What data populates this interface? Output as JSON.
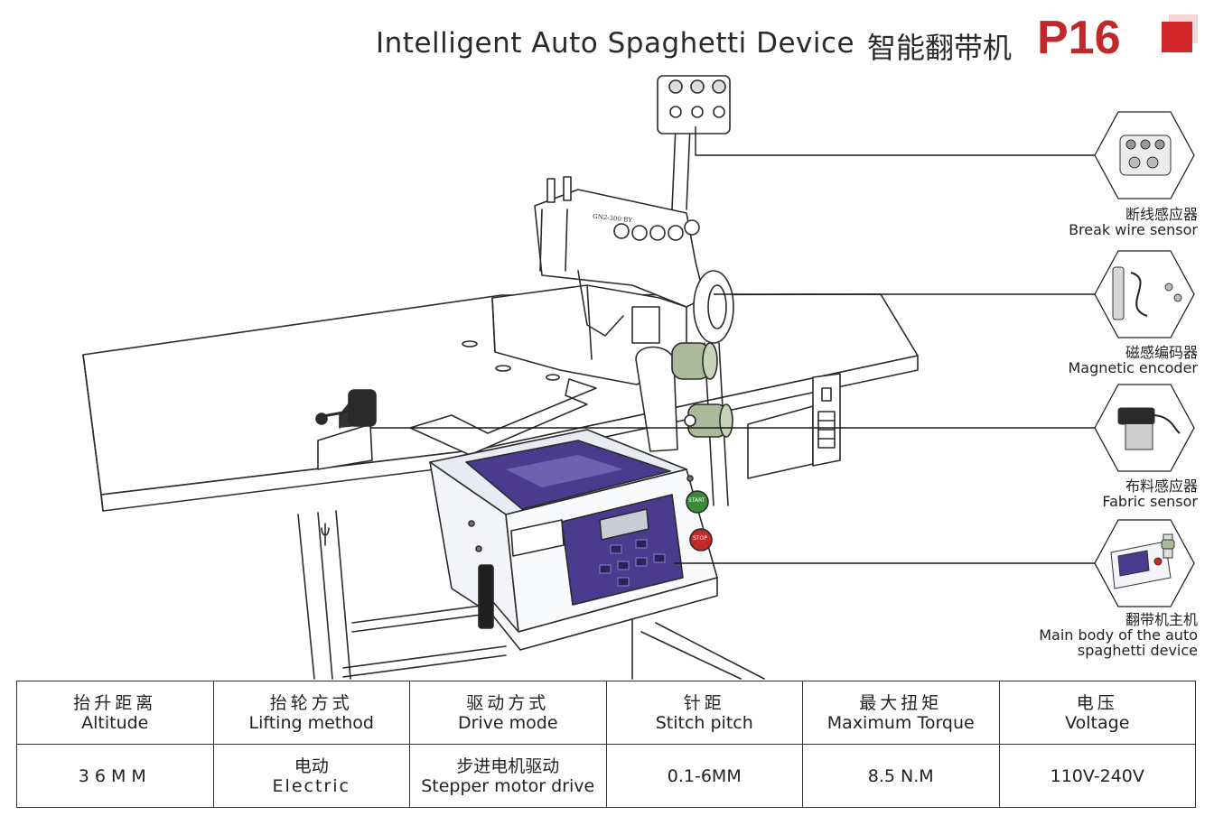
{
  "header": {
    "title_en": "Intelligent Auto Spaghetti Device",
    "title_cn": "智能翻带机",
    "code": "P16"
  },
  "callouts": [
    {
      "cn": "断线感应器",
      "en": [
        "Break wire sensor"
      ]
    },
    {
      "cn": "磁感编码器",
      "en": [
        "Magnetic encoder"
      ]
    },
    {
      "cn": "布料感应器",
      "en": [
        "Fabric sensor"
      ]
    },
    {
      "cn": "翻带机主机",
      "en": [
        "Main body of the auto",
        "spaghetti device"
      ]
    }
  ],
  "device": {
    "start_label": "START",
    "stop_label": "STOP",
    "head_label": "GN2-300 BY"
  },
  "specs": {
    "headers": [
      {
        "cn": "抬升距离",
        "en": "Altitude"
      },
      {
        "cn": "抬轮方式",
        "en": "Lifting method"
      },
      {
        "cn": "驱动方式",
        "en": "Drive mode"
      },
      {
        "cn": "针距",
        "en": "Stitch pitch"
      },
      {
        "cn": "最大扭矩",
        "en": "Maximum Torque"
      },
      {
        "cn": "电压",
        "en": "Voltage"
      }
    ],
    "values": [
      {
        "cn": "",
        "en": "36MM"
      },
      {
        "cn": "电动",
        "en": "Electric"
      },
      {
        "cn": "步进电机驱动",
        "en": "Stepper motor drive"
      },
      {
        "cn": "",
        "en": "0.1-6MM"
      },
      {
        "cn": "",
        "en": "8.5 N.M"
      },
      {
        "cn": "",
        "en": "110V-240V"
      }
    ]
  },
  "colors": {
    "accent_red": "#c0282b",
    "panel_purple": "#4a3b8f",
    "roller_green": "#a9b99a",
    "line": "#2b2b2b"
  }
}
